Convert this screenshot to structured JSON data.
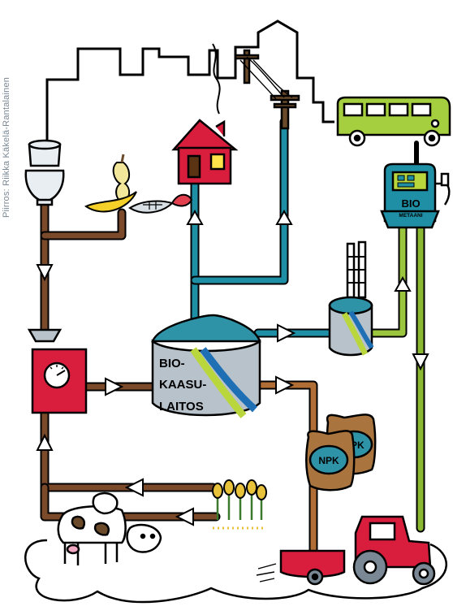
{
  "credit": "Piirros: Riikka Käkelä-Rantalainen",
  "plant": {
    "line1": "BIO-",
    "line2": "KAASU-",
    "line3": "LAITOS"
  },
  "pump": {
    "label": "BIO",
    "sublabel": "METAANI"
  },
  "sacks": {
    "front": "NPK",
    "back": "NPK"
  },
  "colors": {
    "digestate_pipe": "#7a4a2a",
    "biogas_pipe": "#1f8fa6",
    "biomethane_pipe": "#9bc53d",
    "methane_down_pipe": "#8ab832",
    "nutrient_pipe": "#b06d35",
    "tank_teal": "#2f93a8",
    "stripe_lime": "#b9d63c",
    "stripe_blue": "#1f6fb5",
    "red": "#d81e3c",
    "sack_brown": "#a9743e",
    "bus_green": "#a6cf3f"
  }
}
